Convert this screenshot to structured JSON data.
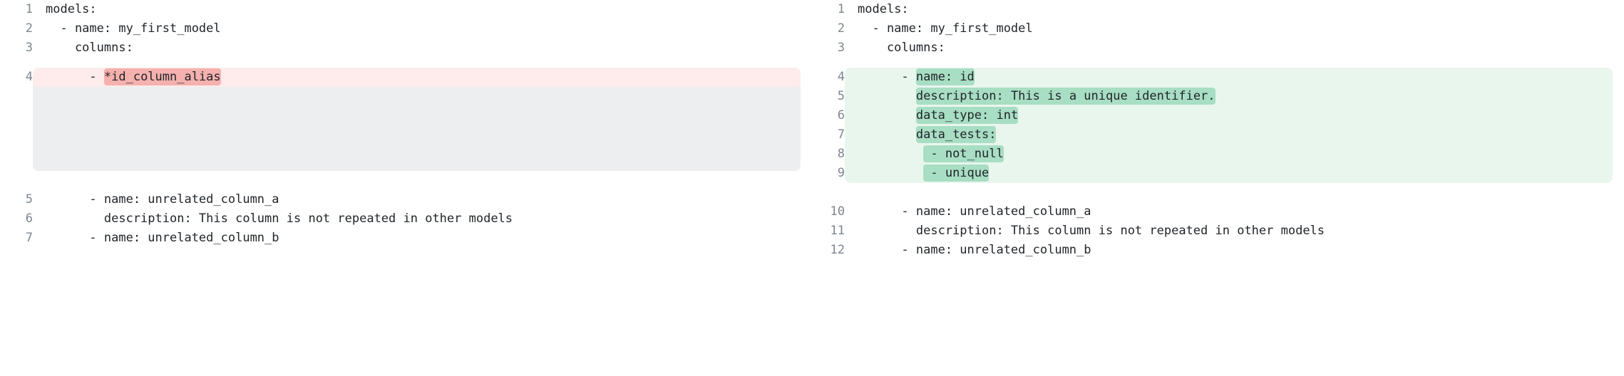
{
  "view": {
    "type": "side-by-side-diff",
    "language": "yaml",
    "colors": {
      "deleted_row_bg": "#fdeceb",
      "deleted_token_bg": "#f5b1ae",
      "added_row_bg": "#e9f6ee",
      "added_token_bg": "#a8dec3",
      "filler_bg": "#eceef0",
      "gutter_text": "#7d8590",
      "code_text": "#1f2328",
      "page_bg": "#ffffff"
    }
  },
  "left": {
    "lines": [
      {
        "number": "1",
        "prefix": "models:",
        "token": "",
        "suffix": "",
        "state": "context"
      },
      {
        "number": "2",
        "prefix": "  - name: my_first_model",
        "token": "",
        "suffix": "",
        "state": "context"
      },
      {
        "number": "3",
        "prefix": "    columns:",
        "token": "",
        "suffix": "",
        "state": "context"
      },
      {
        "number": "4",
        "prefix": "      - ",
        "token": "*id_column_alias",
        "suffix": "",
        "state": "deleted"
      },
      {
        "number": "5",
        "prefix": "      - name: unrelated_column_a",
        "token": "",
        "suffix": "",
        "state": "context"
      },
      {
        "number": "6",
        "prefix": "        description: This column is not repeated in other models",
        "token": "",
        "suffix": "",
        "state": "context"
      },
      {
        "number": "7",
        "prefix": "      - name: unrelated_column_b",
        "token": "",
        "suffix": "",
        "state": "context"
      }
    ]
  },
  "right": {
    "lines": [
      {
        "number": "1",
        "prefix": "models:",
        "token": "",
        "suffix": "",
        "state": "context"
      },
      {
        "number": "2",
        "prefix": "  - name: my_first_model",
        "token": "",
        "suffix": "",
        "state": "context"
      },
      {
        "number": "3",
        "prefix": "    columns:",
        "token": "",
        "suffix": "",
        "state": "context"
      },
      {
        "number": "4",
        "prefix": "      - ",
        "token": "name: id",
        "suffix": "",
        "state": "added"
      },
      {
        "number": "5",
        "prefix": "        ",
        "token": "description: This is a unique identifier.",
        "suffix": "",
        "state": "added"
      },
      {
        "number": "6",
        "prefix": "        ",
        "token": "data_type: int",
        "suffix": "",
        "state": "added"
      },
      {
        "number": "7",
        "prefix": "        ",
        "token": "data_tests:",
        "suffix": "",
        "state": "added"
      },
      {
        "number": "8",
        "prefix": "         ",
        "token": " - not_null",
        "suffix": "",
        "state": "added"
      },
      {
        "number": "9",
        "prefix": "         ",
        "token": " - unique",
        "suffix": "",
        "state": "added"
      },
      {
        "number": "10",
        "prefix": "      - name: unrelated_column_a",
        "token": "",
        "suffix": "",
        "state": "context"
      },
      {
        "number": "11",
        "prefix": "        description: This column is not repeated in other models",
        "token": "",
        "suffix": "",
        "state": "context"
      },
      {
        "number": "12",
        "prefix": "      - name: unrelated_column_b",
        "token": "",
        "suffix": "",
        "state": "context"
      }
    ]
  }
}
